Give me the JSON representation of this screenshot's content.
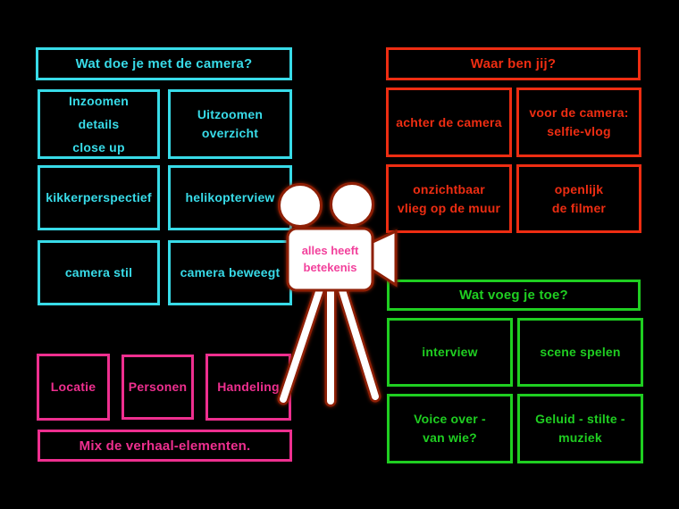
{
  "colors": {
    "background": "#000000",
    "cyan": "#38DBE8",
    "red": "#EE2D12",
    "green": "#1FCE21",
    "pink": "#EE2F8F",
    "camera_white": "#FFFFFF",
    "camera_glow": "#8E1F05",
    "camera_text": "#F2419C"
  },
  "sections": {
    "camera_actions": {
      "header": "Wat doe je met de camera?",
      "items": [
        "Inzoomen\ndetails\nclose up",
        "Uitzoomen\noverzicht",
        "kikkerperspectief",
        "helikopterview",
        "camera stil",
        "camera beweegt"
      ]
    },
    "where_are_you": {
      "header": "Waar ben jij?",
      "items": [
        "achter de camera",
        "voor de camera:\nselfie-vlog",
        "onzichtbaar\nvlieg op de muur",
        "openlijk\nde filmer"
      ]
    },
    "what_do_you_add": {
      "header": "Wat voeg je toe?",
      "items": [
        "interview",
        "scene spelen",
        "Voice over -\nvan wie?",
        "Geluid - stilte -\nmuziek"
      ]
    },
    "story_elements": {
      "items": [
        "Locatie",
        "Personen",
        "Handeling"
      ],
      "footer": "Mix de verhaal-elementen."
    }
  },
  "camera": {
    "label": "alles heeft\nbetekenis"
  }
}
